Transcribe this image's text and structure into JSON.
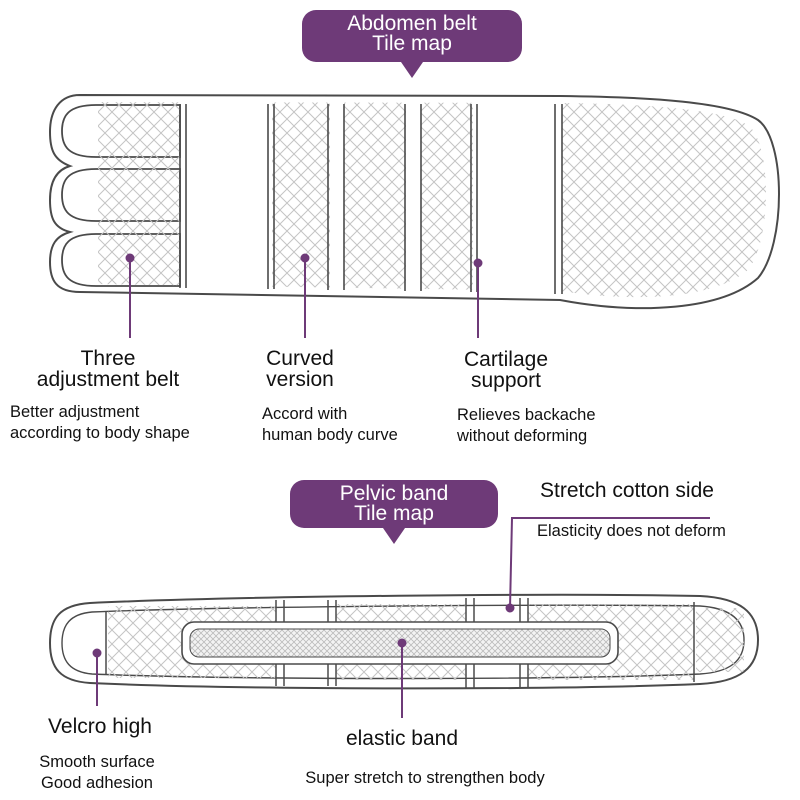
{
  "abdomen": {
    "title_lines": [
      "Abdomen belt",
      "Tile map"
    ],
    "features": [
      {
        "title_lines": [
          "Three",
          "adjustment belt"
        ],
        "desc_lines": [
          "Better adjustment",
          "according to body shape"
        ]
      },
      {
        "title_lines": [
          "Curved",
          "version"
        ],
        "desc_lines": [
          "Accord with",
          "human body curve"
        ]
      },
      {
        "title_lines": [
          "Cartilage",
          "support"
        ],
        "desc_lines": [
          "Relieves backache",
          "without deforming"
        ]
      }
    ]
  },
  "pelvic": {
    "title_lines": [
      "Pelvic band",
      "Tile map"
    ],
    "features": [
      {
        "title": "Stretch cotton side",
        "desc": "Elasticity does not deform"
      },
      {
        "title": "Velcro high",
        "desc_lines": [
          "Smooth surface",
          "Good adhesion"
        ]
      },
      {
        "title": "elastic band",
        "desc": "Super stretch to strengthen body"
      }
    ]
  },
  "colors": {
    "accent": "#6e3a78",
    "outline": "#4a4a4a",
    "mesh": "#c4c4c4",
    "callout": "#6e3a78"
  }
}
